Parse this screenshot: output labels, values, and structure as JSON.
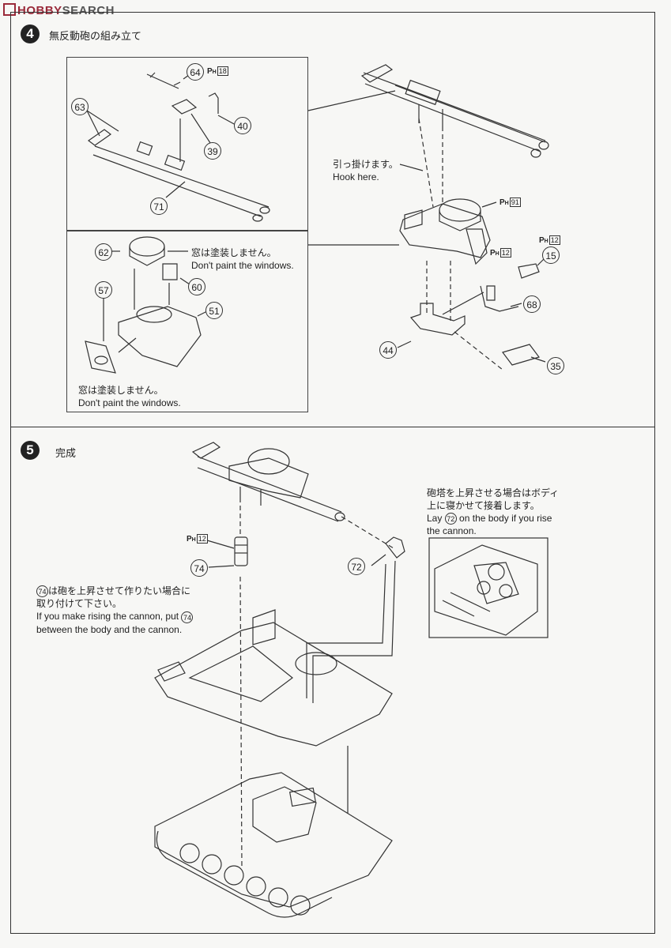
{
  "header": {
    "logo_text": "HOBBY",
    "logo_search": "SEARCH",
    "brand_color": "#9a2a3a"
  },
  "step4": {
    "number": "4",
    "title": "無反動砲の組み立て",
    "hook_jp": "引っ掛けます。",
    "hook_en": "Hook here.",
    "window_jp": "窓は塗装しません。",
    "window_en": "Don't paint the windows.",
    "window2_jp": "窓は塗装しません。",
    "window2_en": "Don't paint the windows.",
    "parts": [
      "64",
      "40",
      "39",
      "63",
      "71",
      "62",
      "60",
      "57",
      "51",
      "15",
      "68",
      "44",
      "35"
    ],
    "paint_codes": {
      "p18": "18",
      "p91": "91",
      "p12a": "12",
      "p12b": "12"
    }
  },
  "step5": {
    "number": "5",
    "title": "完成",
    "rise_jp_1": "砲塔を上昇させる場合はボディ",
    "rise_jp_2": "上に寝かせて接着します。",
    "rise_en_pre": "Lay",
    "rise_en_post": "on the body if you rise",
    "rise_en_2": "the cannon.",
    "cannon_jp_1": "は砲を上昇させて作りたい場合に",
    "cannon_jp_2": "取り付けて下さい。",
    "cannon_en_1": "If you make rising the cannon, put",
    "cannon_en_2": "between the body and the cannon.",
    "parts": [
      "74",
      "72"
    ],
    "paint_codes": {
      "p12": "12"
    }
  },
  "paint_prefix": "P",
  "paint_sub": "H"
}
